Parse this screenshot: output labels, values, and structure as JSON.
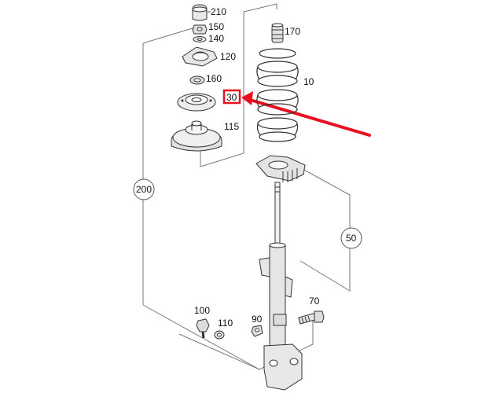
{
  "colors": {
    "highlight": "#e8101e",
    "line": "#666666",
    "ink": "#111111"
  },
  "labels": {
    "p210": "210",
    "p150": "150",
    "p140": "140",
    "p120": "120",
    "p160": "160",
    "p30": "30",
    "p115": "115",
    "p170": "170",
    "p10": "10",
    "p200": "200",
    "p50": "50",
    "p100": "100",
    "p110": "110",
    "p90": "90",
    "p70": "70"
  },
  "highlighted_part": "30"
}
